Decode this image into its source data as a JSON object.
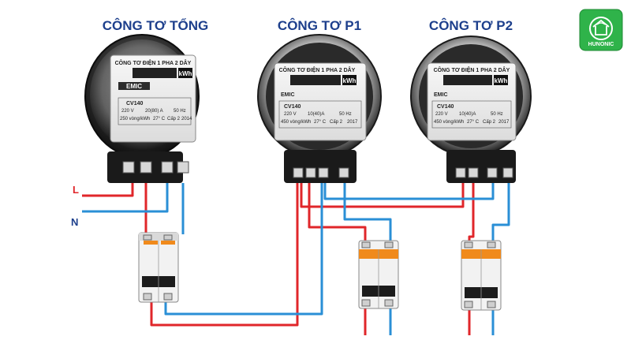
{
  "titles": {
    "main_meter": "CÔNG TƠ TỔNG",
    "sub_meter_1": "CÔNG TƠ P1",
    "sub_meter_2": "CÔNG TƠ P2"
  },
  "lines": {
    "live": "L",
    "neutral": "N"
  },
  "meter_face": {
    "header_1phase": "CÔNG TƠ ĐIỆN 1 PHA 2 DÂY",
    "unit": "kWh",
    "brand": "EMIC",
    "model": "CV140",
    "voltage": "220 V",
    "current_main": "20(80) A",
    "current_sub": "10(40)A",
    "frequency": "50 Hz",
    "rev_main": "250 vòng/kWh",
    "rev_sub": "450 vòng/kWh",
    "temp": "27° C",
    "class": "Cấp 2",
    "year_main": "2014",
    "year_sub": "2017"
  },
  "logo": {
    "text": "HUNONIC"
  },
  "colors": {
    "live_wire": "#e0262a",
    "neutral_wire": "#2a8fd6",
    "title": "#1d3f8c",
    "logo_bg": "#2fb34a",
    "breaker_accent": "#f08a1c"
  }
}
